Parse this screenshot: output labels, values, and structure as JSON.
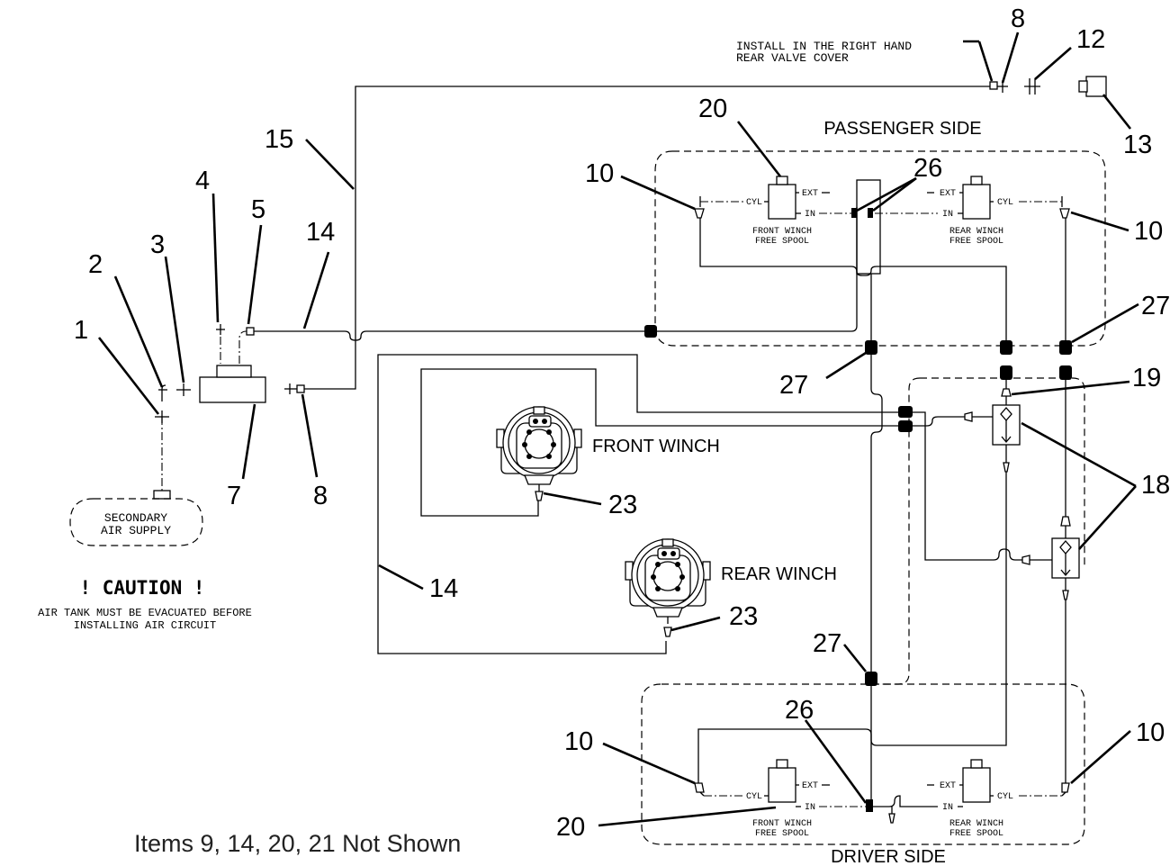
{
  "callouts": [
    "1",
    "2",
    "3",
    "4",
    "5",
    "7",
    "8",
    "8",
    "10",
    "10",
    "10",
    "10",
    "12",
    "13",
    "14",
    "14",
    "15",
    "18",
    "19",
    "20",
    "20",
    "23",
    "23",
    "26",
    "26",
    "27",
    "27",
    "27"
  ],
  "notes": {
    "install_line1": "INSTALL IN THE RIGHT HAND",
    "install_line2": "REAR VALVE COVER",
    "passenger_side": "PASSENGER SIDE",
    "driver_side": "DRIVER SIDE",
    "front_winch": "FRONT WINCH",
    "rear_winch": "REAR WINCH",
    "secondary_line1": "SECONDARY",
    "secondary_line2": "AIR SUPPLY",
    "caution": "! CAUTION !",
    "caution_line1": "AIR TANK MUST BE EVACUATED BEFORE",
    "caution_line2": "INSTALLING AIR CIRCUIT",
    "footnote": "Items 9, 14, 20, 21 Not Shown"
  },
  "valve_labels": {
    "cyl": "CYL",
    "ext": "EXT",
    "in": "IN",
    "front_spool_line1": "FRONT WINCH",
    "front_spool_line2": "FREE SPOOL",
    "rear_spool_line1": "REAR WINCH",
    "rear_spool_line2": "FREE SPOOL"
  }
}
